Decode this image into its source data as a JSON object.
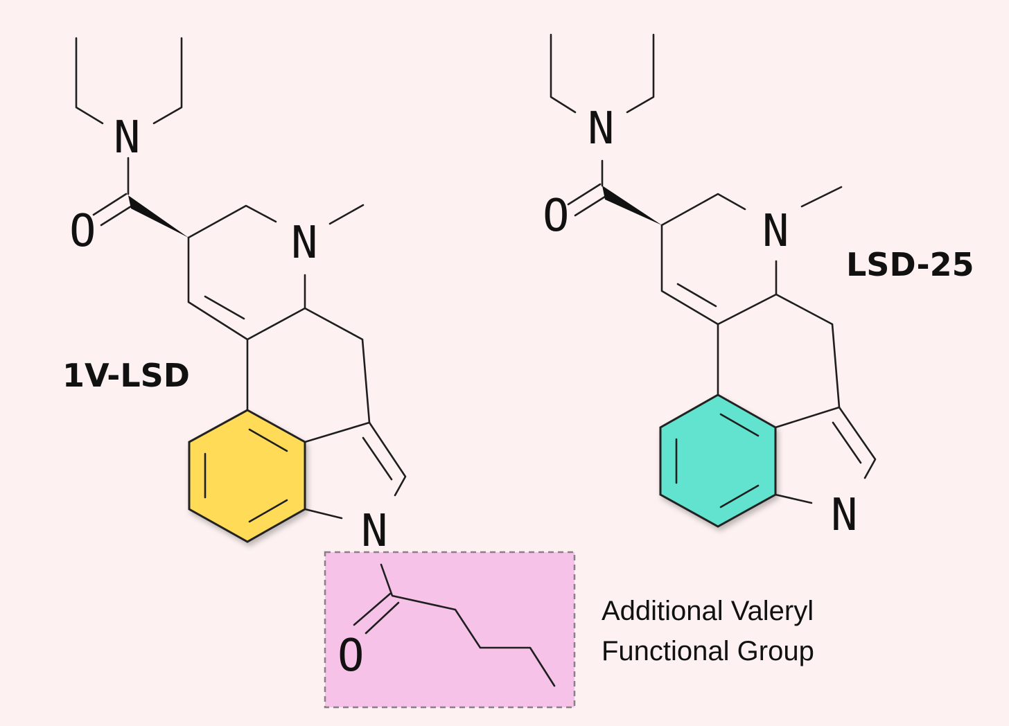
{
  "molecules": [
    {
      "name": "1V-LSD",
      "highlight_color": "#ffdb58",
      "atoms": {
        "amide_n": "N",
        "carbonyl_o": "O",
        "ring_n": "N",
        "indole_n": "N",
        "acyl_o": "O"
      }
    },
    {
      "name": "LSD-25",
      "highlight_color": "#62e3cf",
      "atoms": {
        "amide_n": "N",
        "carbonyl_o": "O",
        "ring_n": "N",
        "indole_n": "N"
      }
    }
  ],
  "annotation": {
    "line1": "Additional Valeryl",
    "line2": "Functional Group",
    "box_color": "#f6c2e8"
  }
}
